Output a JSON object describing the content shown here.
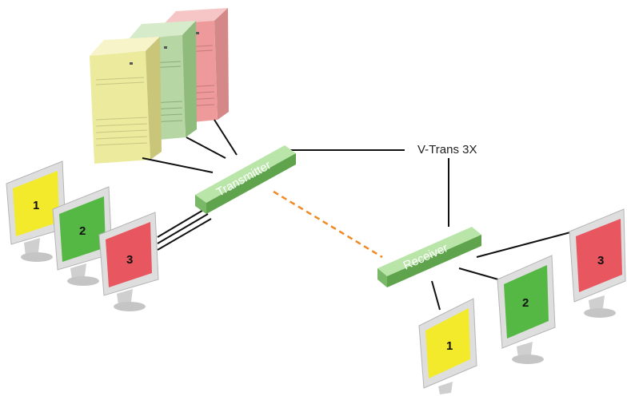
{
  "diagram": {
    "product_label": "V-Trans 3X",
    "transmitter_label": "Transmitter",
    "receiver_label": "Receiver"
  },
  "computers": [
    {
      "color": "#ecea9c"
    },
    {
      "color": "#b6d6a4"
    },
    {
      "color": "#ee9a9a"
    }
  ],
  "local_monitors": [
    {
      "number": "1",
      "screen_color": "#f2ea2a"
    },
    {
      "number": "2",
      "screen_color": "#55b845"
    },
    {
      "number": "3",
      "screen_color": "#e8565f"
    }
  ],
  "remote_monitors": [
    {
      "number": "1",
      "screen_color": "#f2ea2a"
    },
    {
      "number": "2",
      "screen_color": "#55b845"
    },
    {
      "number": "3",
      "screen_color": "#e8565f"
    }
  ],
  "colors": {
    "box_green": "#8ed07a",
    "link_solid": "#111111",
    "link_dashed": "#f08a24"
  }
}
